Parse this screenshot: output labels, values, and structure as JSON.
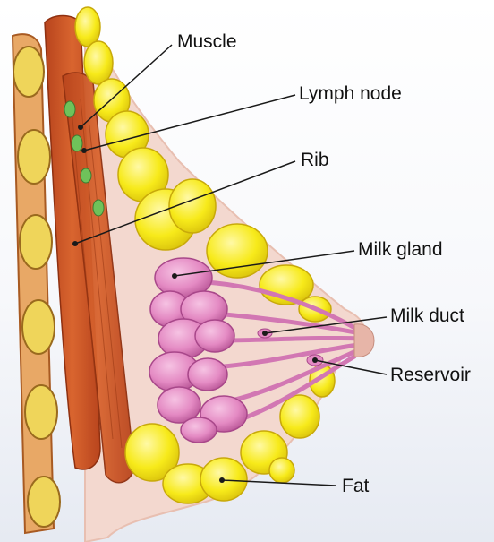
{
  "labels": {
    "muscle": "Muscle",
    "lymph_node": "Lymph node",
    "rib": "Rib",
    "milk_gland": "Milk gland",
    "milk_duct": "Milk duct",
    "reservoir": "Reservoir",
    "fat": "Fat"
  },
  "colors": {
    "muscle": "#c9552a",
    "rib": "#e8d44a",
    "fat": "#f5ea1c",
    "gland": "#e48ac3",
    "skin": "#f3d8cf",
    "lymph": "#6fc25a"
  }
}
